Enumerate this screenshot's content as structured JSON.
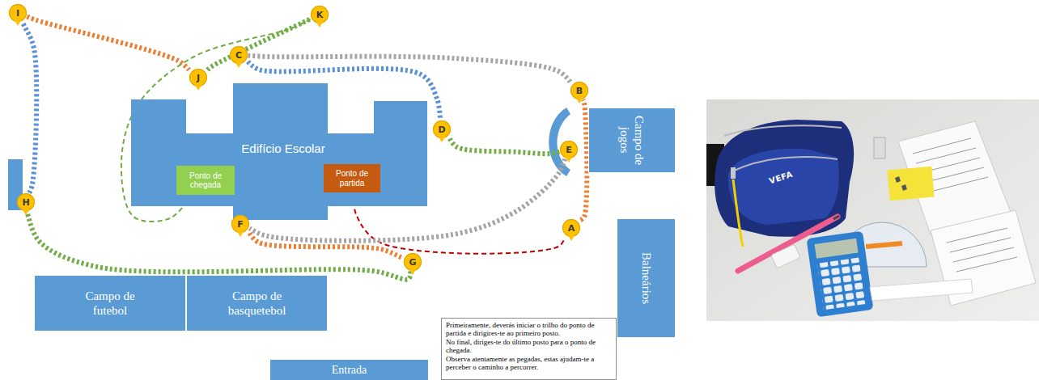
{
  "diagram": {
    "nodes": [
      {
        "text": [
          "I"
        ]
      },
      {
        "text": [
          "K"
        ]
      },
      {
        "text": [
          "C"
        ]
      },
      {
        "text": [
          "J"
        ]
      },
      {
        "text": [
          "B"
        ]
      },
      {
        "text": [
          "Edifício Escolar"
        ]
      },
      {
        "text": [
          "Ponto de chegada"
        ],
        "in": 5
      },
      {
        "text": [
          "Ponto de partida"
        ],
        "in": 5
      },
      {
        "text": [
          "D"
        ]
      },
      {
        "text": [
          "Campo de jogos"
        ]
      },
      {
        "text": [
          "E"
        ]
      },
      {
        "text": [
          "H"
        ]
      },
      {
        "text": [
          "F"
        ]
      },
      {
        "text": [
          "A"
        ]
      },
      {
        "text": [
          "Balneários"
        ]
      },
      {
        "text": [
          "G"
        ]
      },
      {
        "text": [
          "Campo de futebol"
        ]
      },
      {
        "text": [
          "Campo de basquetebol"
        ]
      },
      {
        "text": [
          "Primeiramente, deverás iniciar o trilho do ponto de partida e dirigires-te ao primeiro posto.",
          "No final, diriges-te do último posto para o ponto de chegada.",
          "Observa atentamente as pegadas, estas ajudam-te a perceber o caminho a percorrer."
        ]
      },
      {
        "text": [
          "Entrada"
        ]
      }
    ],
    "edges": [
      {
        "from": 7,
        "to": 13,
        "arrow": "none"
      },
      {
        "from": 13,
        "to": 4,
        "arrow": "none"
      },
      {
        "from": 4,
        "to": 2,
        "arrow": "none"
      },
      {
        "from": 2,
        "to": 8,
        "arrow": "none"
      },
      {
        "from": 8,
        "to": 10,
        "arrow": "none"
      },
      {
        "from": 10,
        "to": 12,
        "arrow": "none"
      },
      {
        "from": 12,
        "to": 15,
        "arrow": "none"
      },
      {
        "from": 15,
        "to": 11,
        "arrow": "none"
      },
      {
        "from": 11,
        "to": 0,
        "arrow": "none"
      },
      {
        "from": 0,
        "to": 3,
        "arrow": "none"
      },
      {
        "from": 3,
        "to": 1,
        "arrow": "none"
      },
      {
        "from": 1,
        "to": 6,
        "arrow": "none"
      }
    ],
    "labels": [
      "VEFA"
    ]
  }
}
